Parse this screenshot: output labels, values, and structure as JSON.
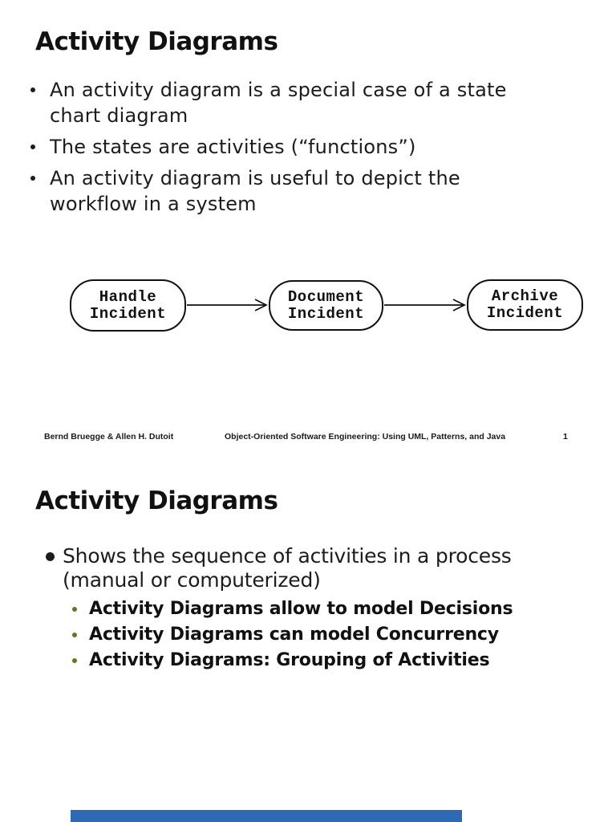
{
  "slide1": {
    "title": "Activity Diagrams",
    "bullets": [
      {
        "lines": [
          "An activity diagram is a special case of a state",
          "chart diagram"
        ]
      },
      {
        "lines": [
          "The states are activities (“functions”)",
          ""
        ]
      },
      {
        "lines": [
          "An activity diagram is useful to depict the",
          "workflow in a system"
        ]
      }
    ],
    "diagram": {
      "nodes": [
        {
          "lines": [
            "Handle",
            "Incident"
          ]
        },
        {
          "lines": [
            "Document",
            "Incident"
          ]
        },
        {
          "lines": [
            "Archive",
            "Incident"
          ]
        }
      ]
    },
    "footer": {
      "authors": "Bernd Bruegge & Allen H. Dutoit",
      "book_title": "Object-Oriented Software Engineering: Using UML, Patterns, and Java",
      "page_number": "1"
    }
  },
  "slide2": {
    "title": "Activity Diagrams",
    "bullet": {
      "lines": [
        "Shows the sequence of activities in a process",
        "(manual or computerized)"
      ]
    },
    "sub_bullets": [
      "Activity Diagrams allow to model Decisions",
      "Activity Diagrams can model Concurrency",
      "Activity Diagrams: Grouping of Activities"
    ]
  },
  "colors": {
    "body_text": "#1c1c1c",
    "sub_bullet_dot": "#5f7a1e",
    "next_page_bar": "#2d6ab5"
  }
}
